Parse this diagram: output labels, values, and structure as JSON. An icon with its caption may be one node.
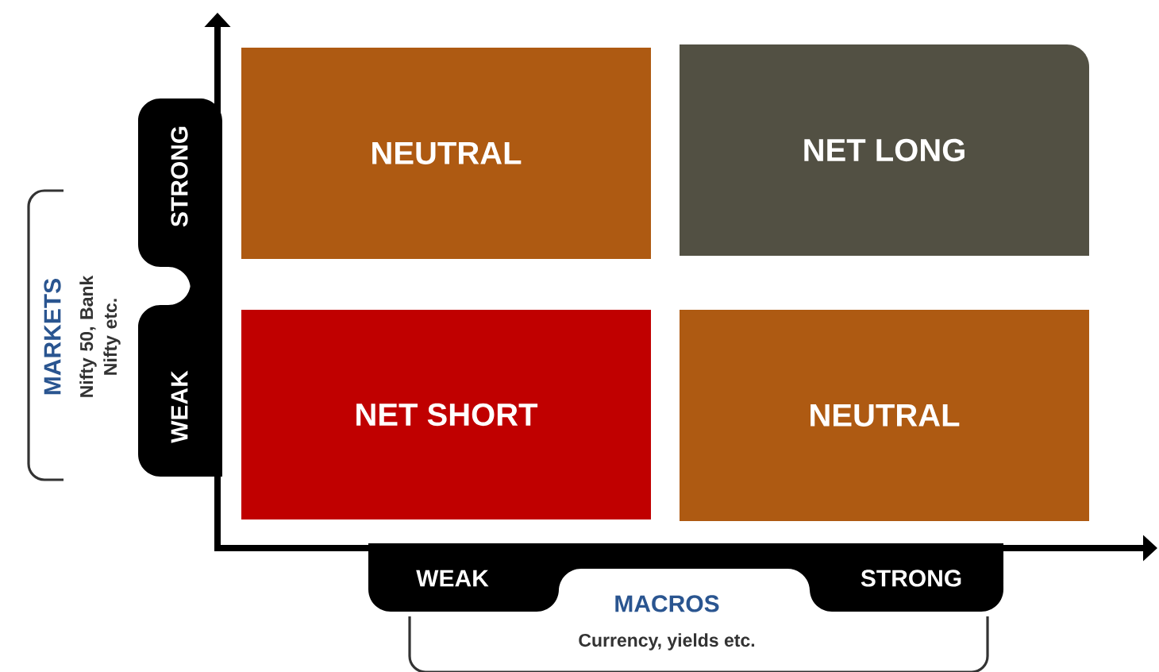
{
  "diagram": {
    "nodes": [
      {
        "text": [
          "NEUTRAL"
        ]
      },
      {
        "text": [
          "NET LONG"
        ]
      },
      {
        "text": [
          "NET SHORT"
        ]
      },
      {
        "text": [
          "NEUTRAL"
        ]
      }
    ],
    "labels": [
      "STRONG",
      "WEAK",
      "MARKETS",
      "Nifty 50, Bank Nifty etc.",
      "WEAK",
      "STRONG",
      "MACROS",
      "Currency, yields etc."
    ]
  }
}
